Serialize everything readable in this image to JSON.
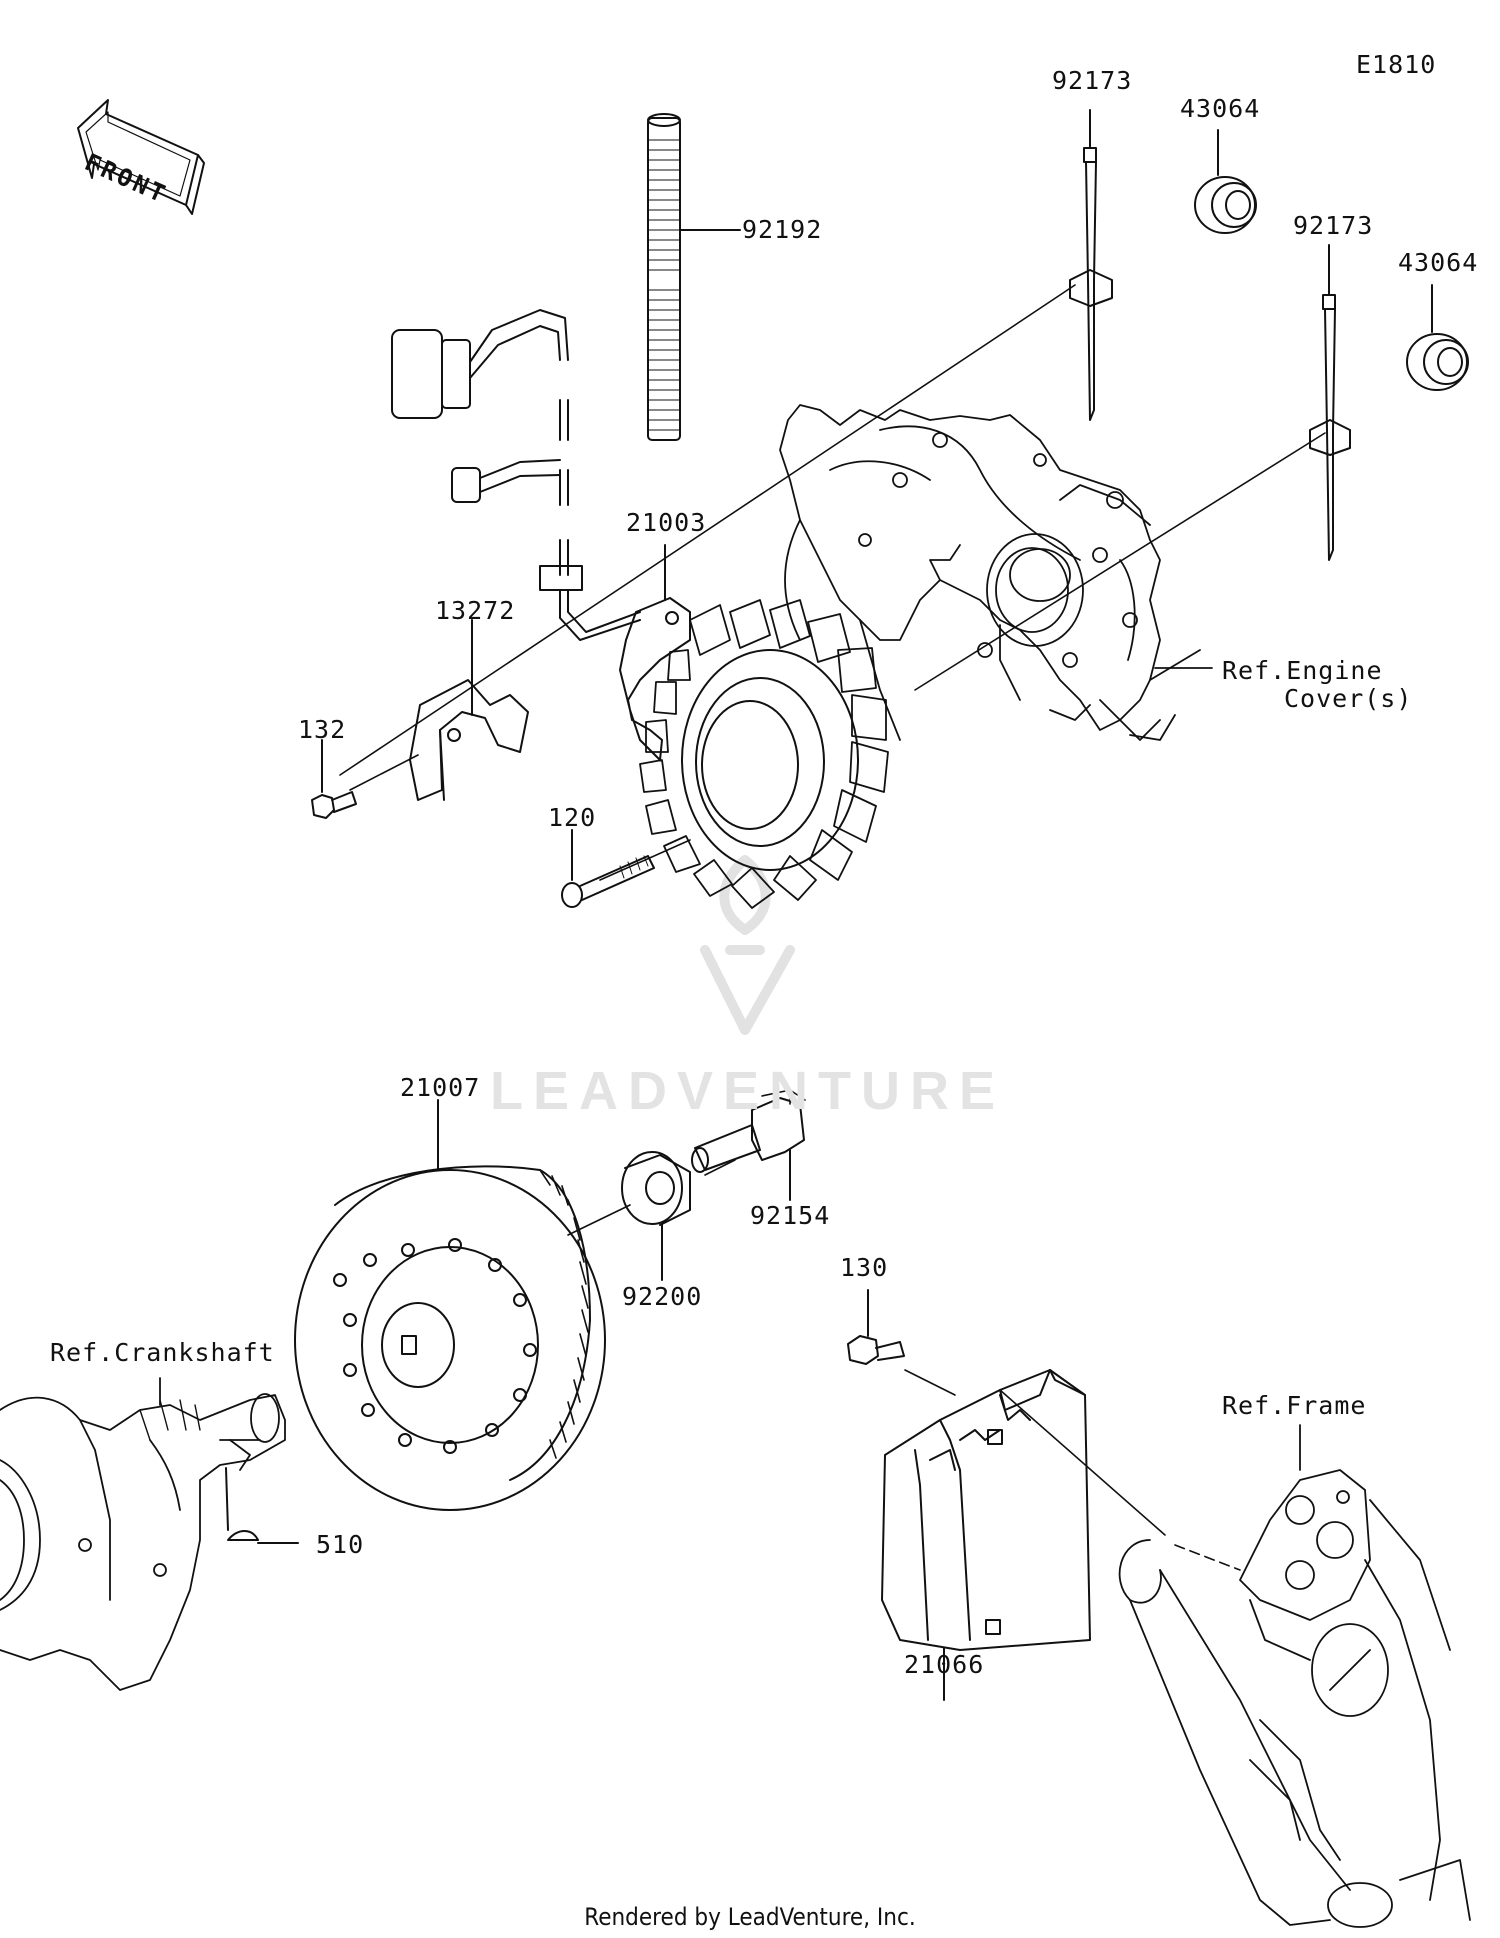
{
  "diagram": {
    "code": "E1810",
    "direction_label": "FRONT",
    "watermark": "LEADVENTURE",
    "footer": "Rendered by LeadVenture, Inc.",
    "labels": {
      "p92173_a": "92173",
      "p43064_a": "43064",
      "p92173_b": "92173",
      "p43064_b": "43064",
      "p92192": "92192",
      "p21003": "21003",
      "p13272": "13272",
      "p132": "132",
      "p120": "120",
      "ref_engine_line1": "Ref.Engine",
      "ref_engine_line2": "Cover(s)",
      "p21007": "21007",
      "p92154": "92154",
      "p92200": "92200",
      "p130": "130",
      "ref_crankshaft": "Ref.Crankshaft",
      "p510": "510",
      "ref_frame": "Ref.Frame",
      "p21066": "21066"
    }
  },
  "icons": {
    "front_arrow": "front-arrow-icon",
    "watermark_logo": "leadventure-logo-icon"
  }
}
